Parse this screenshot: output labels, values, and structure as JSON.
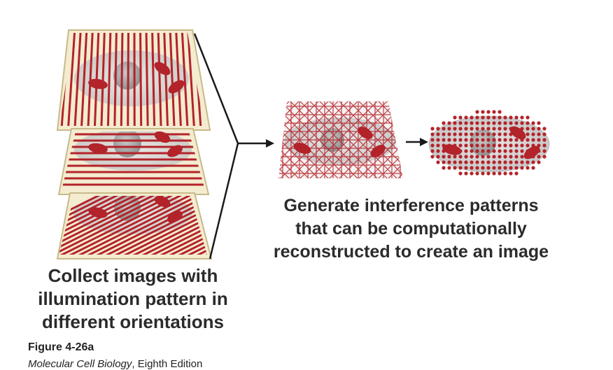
{
  "colors": {
    "stripe": "#b3232a",
    "plate": "#f4ecd0",
    "plate_edge": "#c9b98a",
    "cell_fill": "#d8d8d8",
    "organelle": "#b3232a",
    "arrow": "#1a1a1a"
  },
  "left_caption": {
    "line1": "Collect images with",
    "line2": "illumination pattern in",
    "line3": "different orientations"
  },
  "right_caption": {
    "line1": "Generate interference patterns",
    "line2": "that can be computationally",
    "line3": "reconstructed to create an image"
  },
  "figure_label": "Figure 4-26a",
  "source": {
    "book_title": "Molecular Cell Biology",
    "edition": ", Eighth Edition"
  }
}
